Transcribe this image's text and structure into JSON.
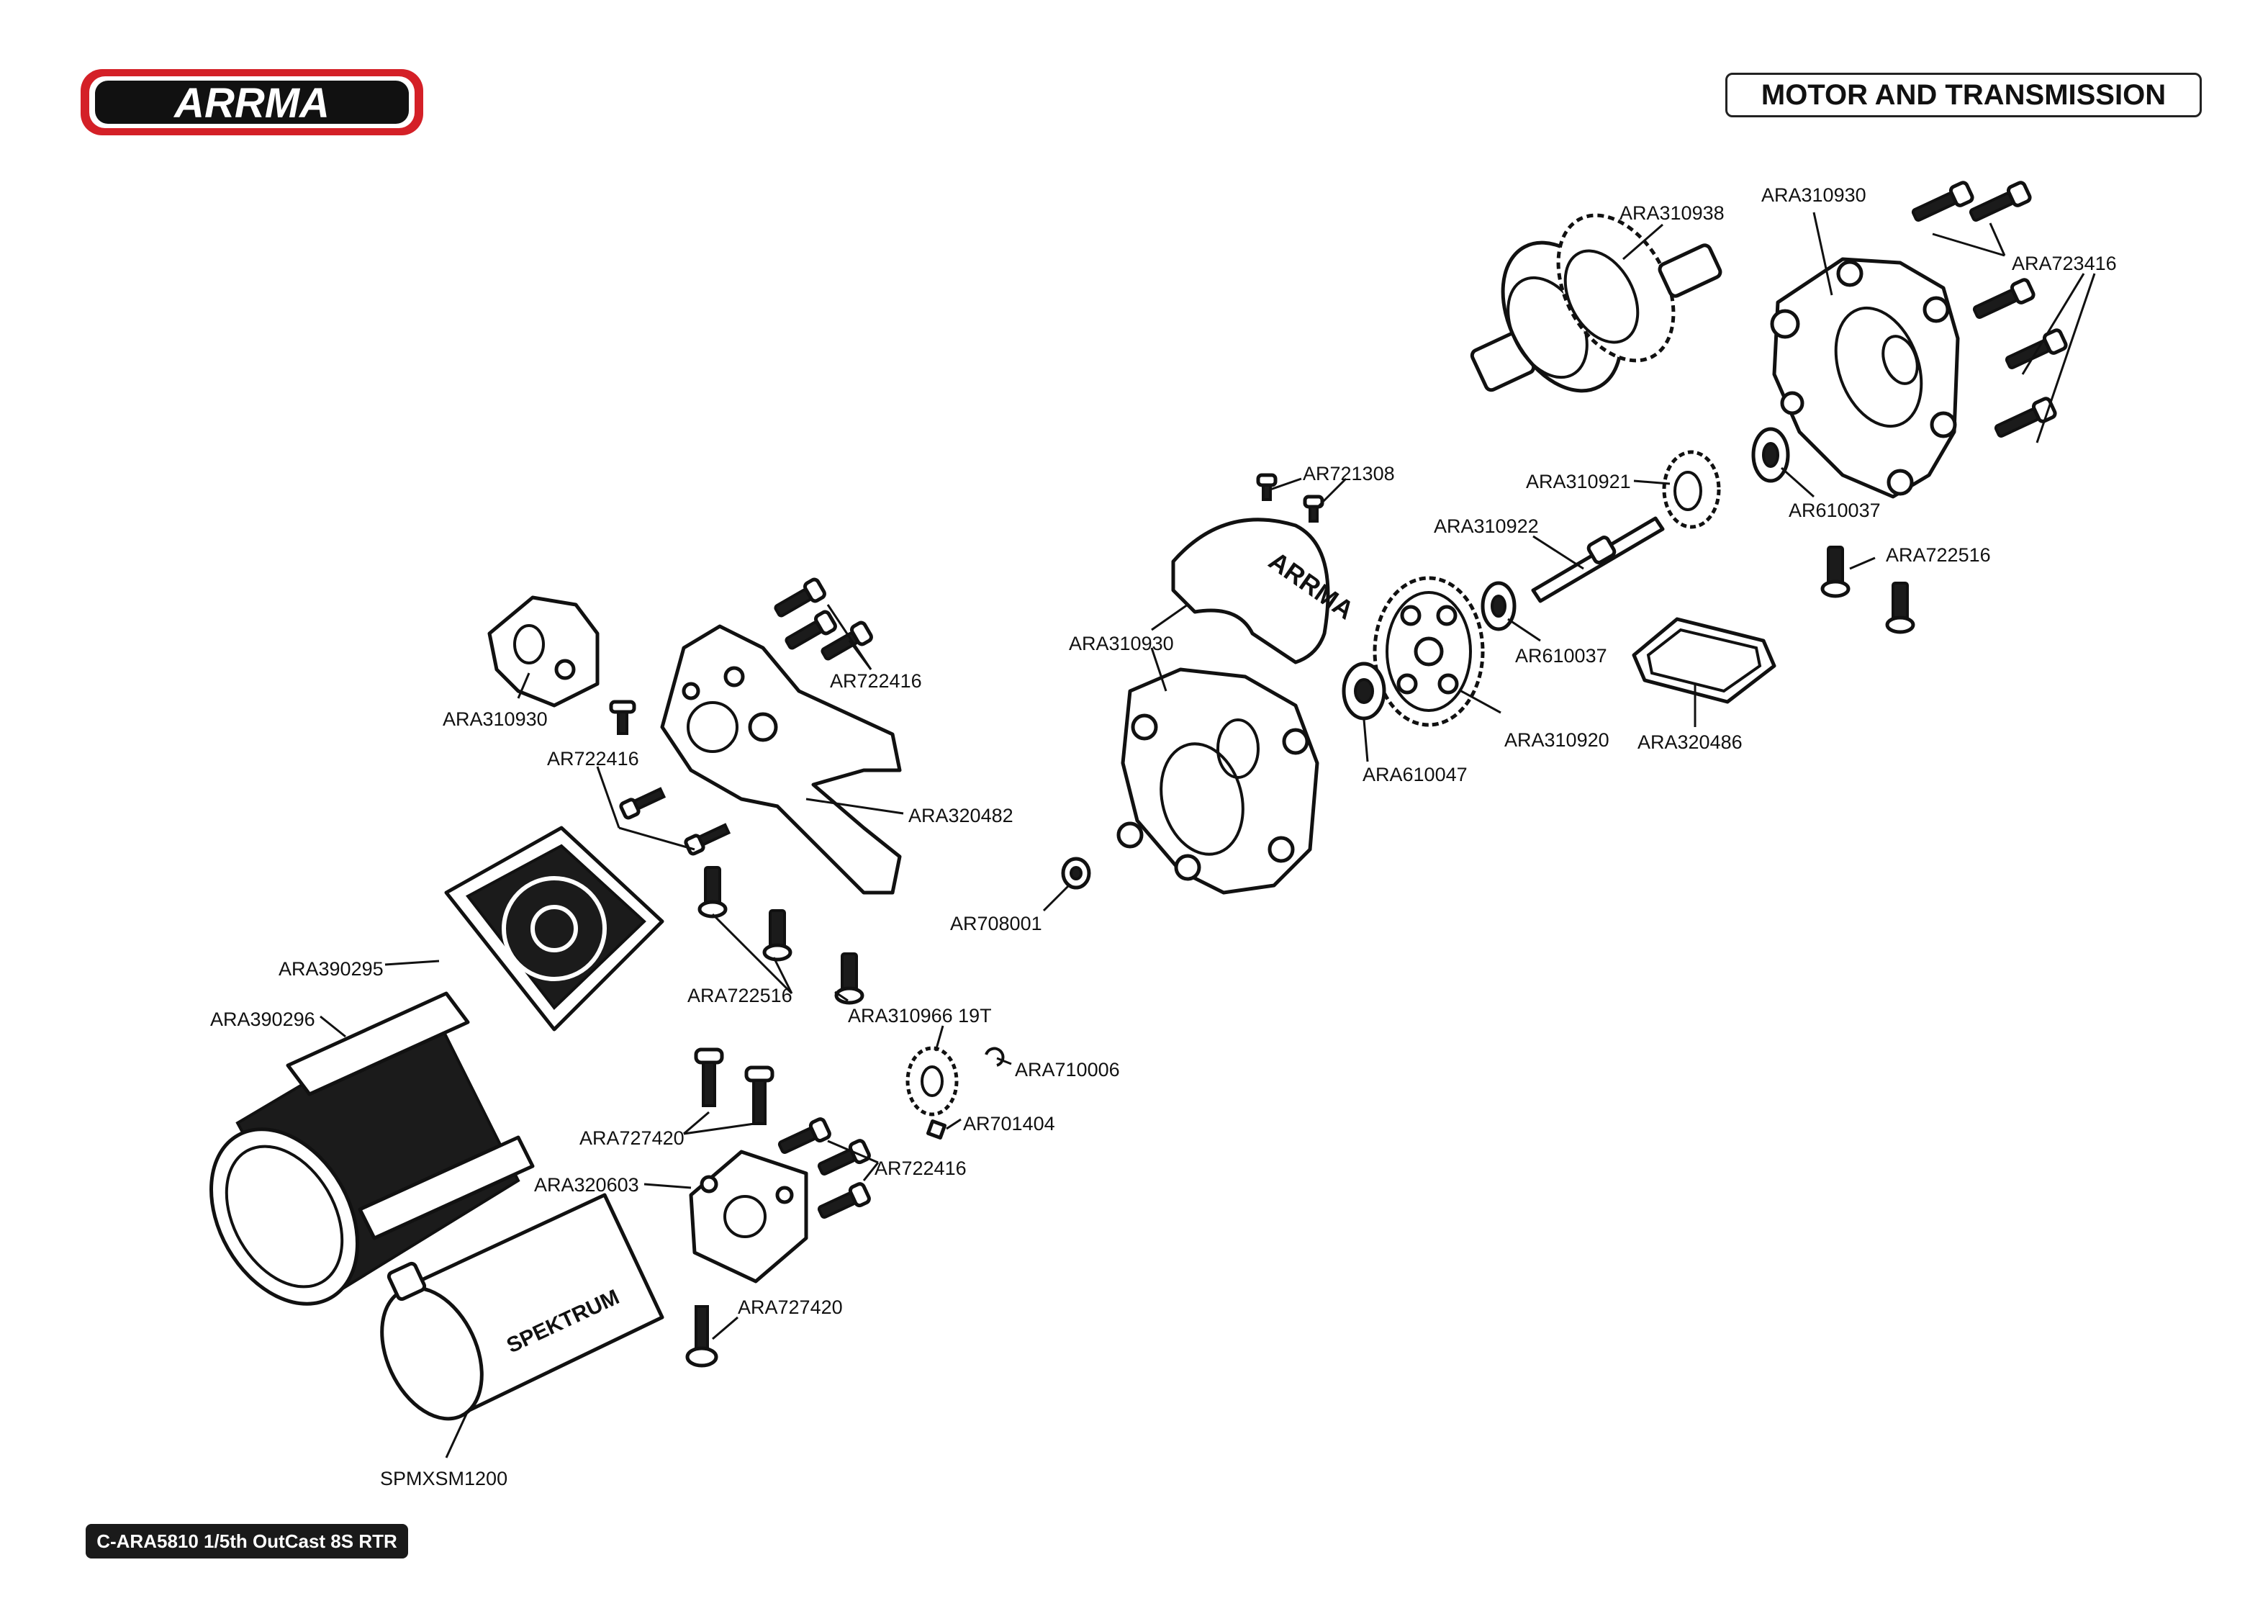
{
  "brand": {
    "logo_text": "ARRMA",
    "accent_color": "#d42027"
  },
  "header": {
    "title": "MOTOR AND TRANSMISSION"
  },
  "footer": {
    "model": "C-ARA5810 1/5th OutCast 8S RTR"
  },
  "part_labels": {
    "ara310938": "ARA310938",
    "ara310930_top": "ARA310930",
    "ara723416": "ARA723416",
    "ar721308": "AR721308",
    "ara310921": "ARA310921",
    "ar610037_top": "AR610037",
    "ara310922": "ARA310922",
    "ara722516_right": "ARA722516",
    "ar610037_mid": "AR610037",
    "ara310930_mid": "ARA310930",
    "ara310930_left": "ARA310930",
    "ar722416_top": "AR722416",
    "ar722416_left": "AR722416",
    "ara320482": "ARA320482",
    "ara310920": "ARA310920",
    "ara320486": "ARA320486",
    "ara610047": "ARA610047",
    "ar708001": "AR708001",
    "ara390295": "ARA390295",
    "ara390296": "ARA390296",
    "ara722516_mid": "ARA722516",
    "ara310966": "ARA310966 19T",
    "ara710006": "ARA710006",
    "ar701404": "AR701404",
    "ara727420_mid": "ARA727420",
    "ar722416_bottom": "AR722416",
    "ara320603": "ARA320603",
    "ara727420_bottom": "ARA727420",
    "spmxsm1200": "SPMXSM1200"
  },
  "motor_branding": {
    "text": "SPEKTRUM"
  },
  "case_branding": {
    "text": "ARRMA"
  }
}
